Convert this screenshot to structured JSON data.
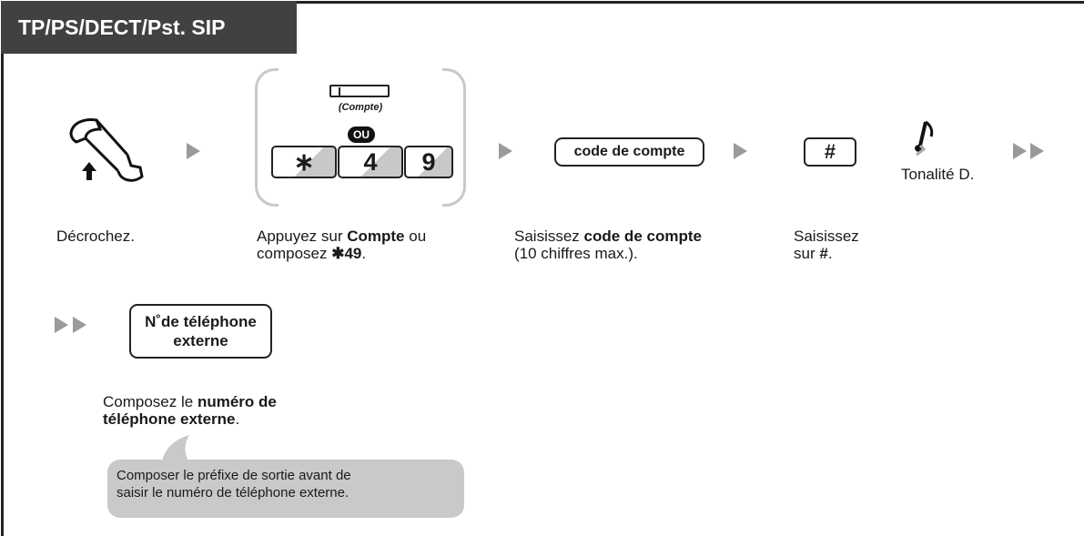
{
  "header": {
    "title": "TP/PS/DECT/Pst. SIP"
  },
  "step_pickup": {
    "caption": "Décrochez."
  },
  "step_account": {
    "fkey_label": "(Compte)",
    "or_label": "OU",
    "keys": [
      "∗",
      "4",
      "9"
    ],
    "caption_prefix": "Appuyez sur ",
    "caption_bold1": "Compte",
    "caption_mid": " ou",
    "caption_line2_prefix": "composez ",
    "caption_bold2": "✱49",
    "caption_end": "."
  },
  "step_code": {
    "box_label": "code de compte",
    "caption_prefix": "Saisissez ",
    "caption_bold": "code de compte",
    "caption_line2": "(10 chiffres max.)."
  },
  "step_hash": {
    "key_label": "#",
    "caption_line1": "Saisissez",
    "caption_line2_prefix": "sur ",
    "caption_bold": "#",
    "caption_end": "."
  },
  "tone": {
    "icon": "music-note-icon",
    "label": "Tonalité D."
  },
  "step_dial": {
    "box_line1": "N˚de téléphone",
    "box_line2": "externe",
    "caption_prefix": "Composez le ",
    "caption_bold1": "numéro de",
    "caption_bold2": "téléphone externe",
    "caption_end": "."
  },
  "note": {
    "line1": "Composer le préfixe de sortie avant de",
    "line2": "saisir le numéro de téléphone externe."
  }
}
